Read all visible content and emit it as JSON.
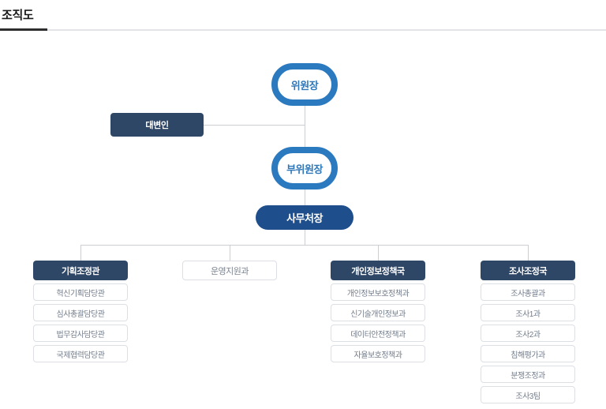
{
  "page": {
    "title": "조직도"
  },
  "chart": {
    "chairman": {
      "label": "위원장"
    },
    "spokesperson": {
      "label": "대변인"
    },
    "vice_chairman": {
      "label": "부위원장"
    },
    "secretary_general": {
      "label": "사무처장"
    },
    "columns": [
      {
        "head": "기획조정관",
        "head_style": "dark",
        "items": [
          "혁신기획담당관",
          "심사총괄담당관",
          "법무감사담당관",
          "국제협력담당관"
        ]
      },
      {
        "head": "운영지원과",
        "head_style": "light",
        "items": []
      },
      {
        "head": "개인정보정책국",
        "head_style": "dark",
        "items": [
          "개인정보보호정책과",
          "신기술개인정보과",
          "데이터안전정책과",
          "자율보호정책과"
        ]
      },
      {
        "head": "조사조정국",
        "head_style": "dark",
        "items": [
          "조사총괄과",
          "조사1과",
          "조사2과",
          "침해평가과",
          "분쟁조정과",
          "조사3팀"
        ]
      }
    ]
  },
  "colors": {
    "oval_border": "#2b7ac0",
    "oval_text": "#3077b9",
    "pill_fill": "#1f4e8c",
    "slate_fill": "#2f4766",
    "item_border": "#dcdfe4",
    "item_text": "#737d8c",
    "connector": "#ccced3",
    "title_accent": "#2e2e2e"
  }
}
